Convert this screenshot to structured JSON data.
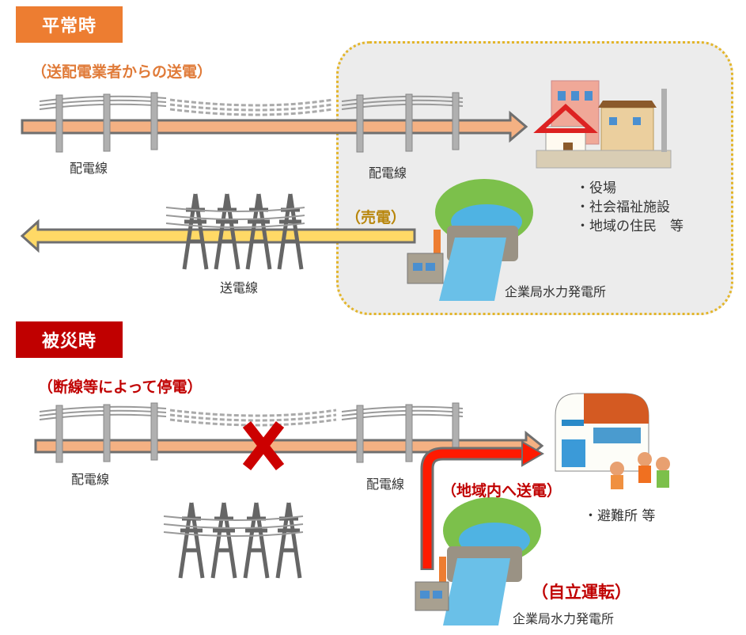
{
  "normal": {
    "badge": "平常時",
    "caption": "（送配電業者からの送電）",
    "distribution_label_left": "配電線",
    "distribution_label_right": "配電線",
    "transmission_label": "送電線",
    "sell_caption": "（売電）",
    "consumers": [
      "役場",
      "社会福祉施設",
      "地域の住民　等"
    ],
    "plant_label": "企業局水力発電所"
  },
  "disaster": {
    "badge": "被災時",
    "caption": "（断線等によって停電）",
    "distribution_label_left": "配電線",
    "distribution_label_right": "配電線",
    "local_supply_caption": "（地域内へ送電）",
    "shelter": [
      "避難所 等"
    ],
    "independent_caption": "（自立運転）",
    "plant_label": "企業局水力発電所"
  },
  "colors": {
    "normal_badge": "#ed7d31",
    "disaster_badge": "#c00000",
    "normal_caption": "#e07b39",
    "sell_caption": "#b8860b",
    "disaster_caption": "#c00000",
    "distribution_arrow": "#f4b183",
    "sell_arrow": "#ffd966",
    "local_arrow": "#ff1a00",
    "zone_border": "#e3b52a"
  }
}
